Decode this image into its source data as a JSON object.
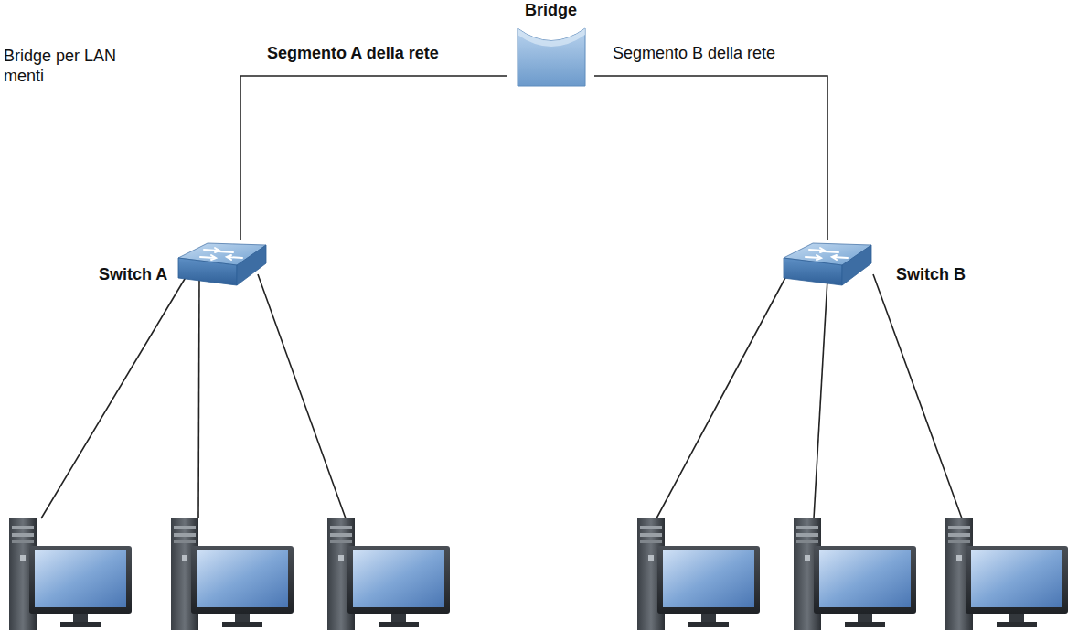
{
  "diagram": {
    "nodes": [
      {
        "text": [
          "Bridge"
        ]
      },
      {
        "text": [
          "Switch A"
        ]
      },
      {
        "text": [
          "Switch B"
        ]
      }
    ],
    "edges": [
      {
        "from": 0,
        "to": 1,
        "arrow": "none",
        "label": "Segmento A della rete"
      },
      {
        "from": 0,
        "to": 2,
        "arrow": "none",
        "label": "Segmento B della rete"
      }
    ],
    "labels": [
      "Bridge per LAN",
      "menti"
    ]
  }
}
